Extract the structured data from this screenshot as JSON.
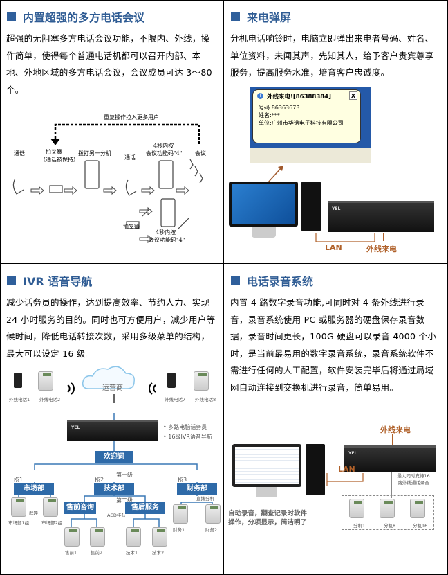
{
  "sections": {
    "conference": {
      "title": "内置超强的多方电话会议",
      "text": "超强的无阻塞多方电话会议功能，不限内、外线，操作简单，使得每个普通电话机都可以召开内部、本地、外地区域的多方电话会议，会议成员可达 3～80 个。",
      "diagram": {
        "loop_label": "重复操作拉入更多用户",
        "step1": "通话",
        "step2": "拍叉簧",
        "step2_note": "（通话被保持）",
        "step3": "拨打另一分机",
        "step4": "通话",
        "step5_line1": "4秒内按",
        "step5_line2": "会议功能码\"4\"",
        "step6": "会议",
        "alt_step": "拍叉簧",
        "alt_line1": "4秒内按",
        "alt_line2": "会议功能码\"4\""
      }
    },
    "popup": {
      "title": "来电弹屏",
      "text": "分机电话响铃时，电脑立即弹出来电者号码、姓名、单位资料，未闻其声，先知其人，给予客户贵宾尊享服务，提高服务水准，培育客户忠诚度。",
      "window": {
        "title": "外线来电![86388384]",
        "number": "号码:86363673",
        "name": "姓名:***",
        "company": "单位:广州市华谱电子科技有限公司",
        "close": "X"
      },
      "lan_label": "LAN",
      "trunk_label": "外线来电"
    },
    "ivr": {
      "title": "IVR 语音导航",
      "text": "减少话务员的操作，达到提高效率、节约人力、实现 24 小时服务的目的。同时也可方便用户，减少用户等候时间，降低电话转接次数，采用多级菜单的结构，最大可以设定 16 级。",
      "diagram": {
        "phones": [
          "外线电话1",
          "外线电话2",
          "外线电话7",
          "外线电话8"
        ],
        "cloud": "运营商",
        "features": [
          "多路电脑话务员",
          "16级IVR语音导航"
        ],
        "welcome": "欢迎词",
        "level1": "第一级",
        "level2": "第二级",
        "keys": [
          "按1",
          "按2",
          "按3"
        ],
        "depts": [
          "市场部",
          "技术部",
          "财务部"
        ],
        "ring_mode": "群呼",
        "direct": "直拨分机",
        "acd": "ACD排队",
        "subnodes": [
          "售前咨询",
          "售后服务"
        ],
        "extensions": [
          "市场部1组",
          "市场部2组",
          "售前1",
          "售前2",
          "技术1",
          "技术2",
          "财务1",
          "财务2"
        ]
      }
    },
    "recording": {
      "title": "电话录音系统",
      "text": "内置 4 路数字录音功能,可同时对 4 条外线进行录音，录音系统使用 PC 或服务器的硬盘保存录音数据，录音时间更长，100G 硬盘可以录音 4000 个小时，是当前最易用的数字录音系统，录音系统软件不需进行任何的人工配置，软件安装完毕后将通过局域网自动连接到交换机进行录音，简单易用。",
      "diagram": {
        "trunk_label": "外线来电",
        "lan_label": "LAN",
        "caption": "最大同时支持16路外线通话录音",
        "software_note_line1": "自动录音，翻查记录时软件",
        "software_note_line2": "操作，分项显示，简洁明了",
        "extensions": [
          "分机1",
          "分机8",
          "分机16"
        ],
        "ellipsis": "····"
      }
    }
  }
}
